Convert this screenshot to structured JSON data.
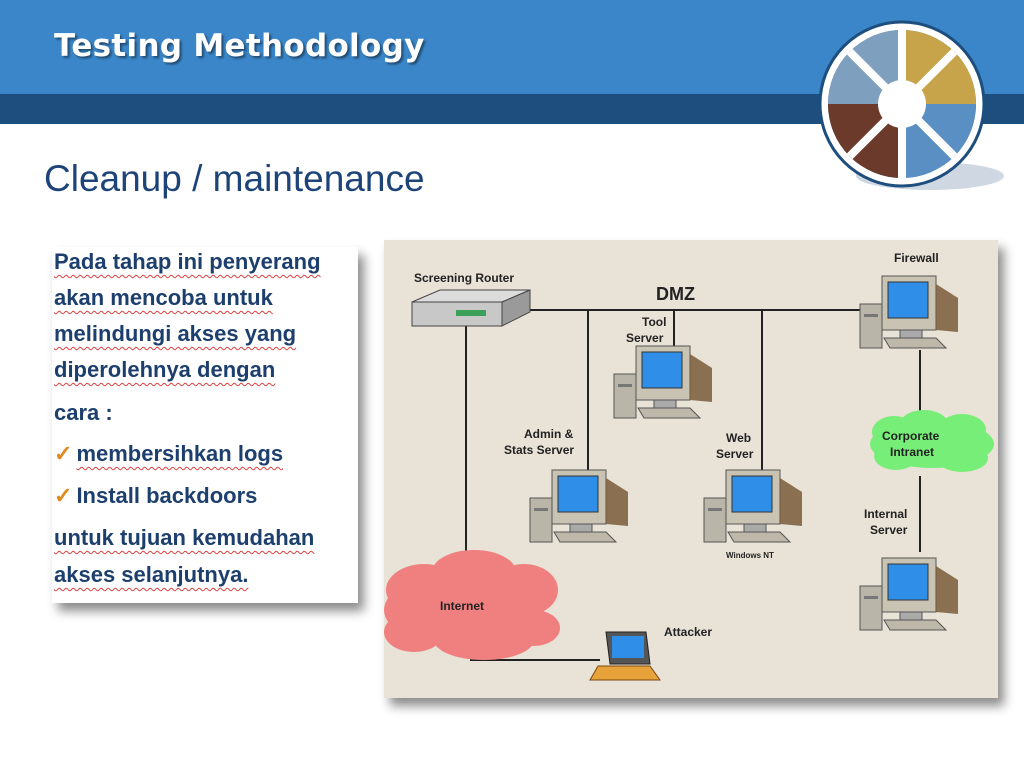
{
  "slide": {
    "title": "Testing Methodology",
    "subtitle": "Cleanup / maintenance"
  },
  "textbox": {
    "lines": [
      "Pada tahap ini penyerang",
      "akan mencoba untuk",
      "melindungi akses yang",
      "diperolehnya dengan",
      "cara :"
    ],
    "bullets": [
      "membersihkan logs",
      "Install backdoors"
    ],
    "after": [
      "untuk tujuan kemudahan",
      "akses selanjutnya."
    ]
  },
  "diagram": {
    "dmz": "DMZ",
    "screening_router": "Screening Router",
    "firewall": "Firewall",
    "tool_server_1": "Tool",
    "tool_server_2": "Server",
    "admin_1": "Admin &",
    "admin_2": "Stats Server",
    "web_1": "Web",
    "web_2": "Server",
    "windows_nt": "Windows NT",
    "corporate_1": "Corporate",
    "corporate_2": "Intranet",
    "internal_1": "Internal",
    "internal_2": "Server",
    "internet": "Internet",
    "attacker": "Attacker"
  },
  "colors": {
    "header": "#3a86c8",
    "header_band": "#1d4e7e",
    "subtitle": "#1d4479",
    "text": "#1d3f6e",
    "check": "#e08a1e",
    "cloud_internet": "#f08080",
    "cloud_intranet": "#77ee77"
  }
}
